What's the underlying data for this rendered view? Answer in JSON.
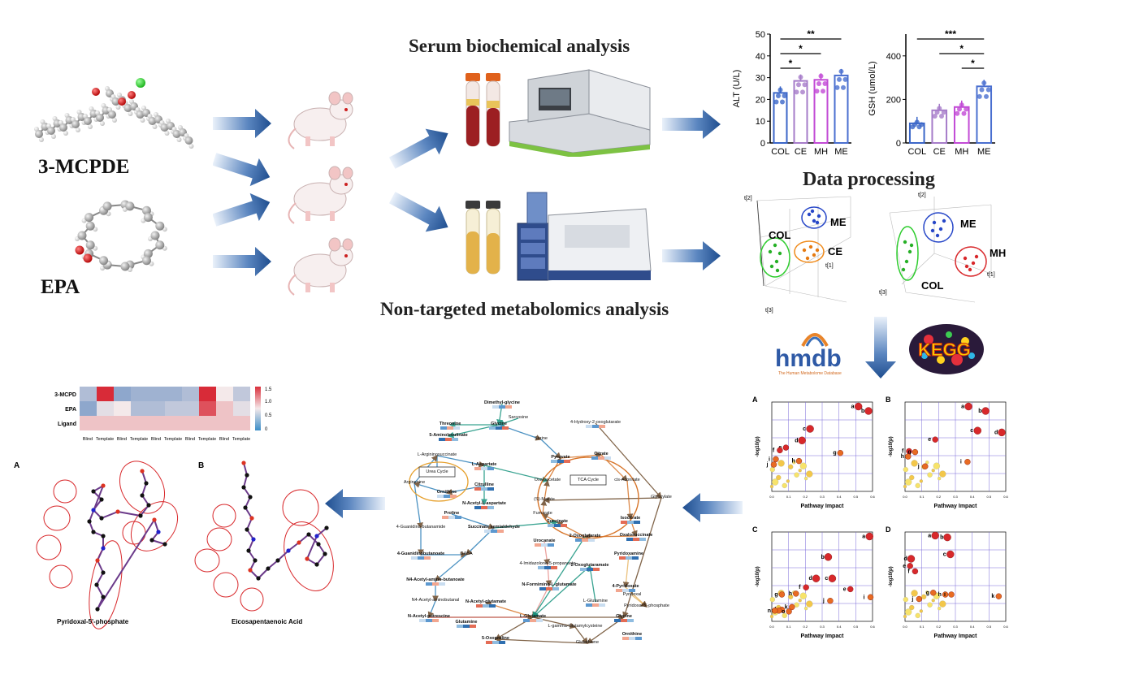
{
  "molecules": {
    "mcpde": "3-MCPDE",
    "epa": "EPA"
  },
  "titles": {
    "serum": "Serum biochemical analysis",
    "data_processing": "Data processing",
    "metabolomics": "Non-targeted metabolomics analysis"
  },
  "chart_data": [
    {
      "type": "bar",
      "categories": [
        "COL",
        "CE",
        "MH",
        "ME"
      ],
      "values": [
        23,
        28.5,
        29,
        31
      ],
      "ylabel": "ALT (U/L)",
      "ylim": [
        0,
        50
      ],
      "yticks": [
        0,
        10,
        20,
        30,
        40,
        50
      ],
      "colors": [
        "#3b66c8",
        "#a67cc9",
        "#c24ad6",
        "#4a6fd0"
      ],
      "significance": [
        "**",
        "*",
        "*"
      ]
    },
    {
      "type": "bar",
      "categories": [
        "COL",
        "CE",
        "MH",
        "ME"
      ],
      "values": [
        90,
        150,
        165,
        260
      ],
      "ylabel": "GSH (umol/L)",
      "ylim": [
        0,
        500
      ],
      "yticks": [
        0,
        200,
        400
      ],
      "colors": [
        "#3b66c8",
        "#a67cc9",
        "#c24ad6",
        "#4a6fd0"
      ],
      "significance": [
        "***",
        "*",
        "*"
      ]
    }
  ],
  "pca": {
    "left": {
      "groups": [
        "COL",
        "CE",
        "ME"
      ],
      "axes": [
        "t[2]",
        "t[1]",
        "t[3]"
      ]
    },
    "right": {
      "groups": [
        "ME",
        "MH",
        "COL"
      ],
      "axes": [
        "t[2]",
        "t[1]",
        "t[3]"
      ]
    }
  },
  "databases": {
    "hmdb": "hmdb",
    "hmdb_sub": "The Human Metabolome Database",
    "kegg": "KEGG"
  },
  "heatmap": {
    "rows": [
      "3-MCPD",
      "EPA",
      "Ligand"
    ],
    "cols": [
      "Blind",
      "Template",
      "Blind",
      "Template",
      "Blind",
      "Template",
      "Blind",
      "Template",
      "Blind",
      "Template"
    ],
    "scale": [
      "1.5",
      "1.0",
      "0.5",
      "0"
    ]
  },
  "docking": {
    "a": {
      "panel": "A",
      "caption": "Pyridoxal-5'-phosphate"
    },
    "b": {
      "panel": "B",
      "caption": "Eicosapentaenoic Acid"
    }
  },
  "pathway": {
    "nodes": [
      "Dimethyl-glycine",
      "Sarcosine",
      "Glycine",
      "Threonine",
      "5-Aminolevulinate",
      "Serine",
      "4-Hydroxy-2-oxoglutarate",
      "L-Argininosuccinate",
      "L-Aspartate",
      "Urea Cycle",
      "Citrulline",
      "Ornithine",
      "Arginenine",
      "Pyruvate",
      "Citrate",
      "TCA Cycle",
      "Oxaloacetate",
      "cis-Aconitate",
      "N-Acetyl-L-aspartate",
      "Proline",
      "(S)-Malate",
      "Glyoxylate",
      "Fumarate",
      "Isocitrate",
      "Succinate semialdehyde",
      "4-Guanidino-butanamide",
      "Succinate",
      "2-Oxoglutarate",
      "Oxalosuccinate",
      "Urocanate",
      "Pyridoxamine",
      "4-Guanidinobutanoate",
      "GABA",
      "4-Imidazolone-5-propanoate",
      "2-Oxoglutaramate",
      "N4-Acetyl-amino-butanoate",
      "N-Formimino-L-glutamate",
      "4-Pyridoxate",
      "N4-Acetyl-aminobutanal",
      "N-Acetyl-glutamate",
      "L-Glutamine",
      "Pyridoxal 5'-phosphate",
      "N-Acetyl-putrescine",
      "Glutamine",
      "L-Glutamate",
      "Glycine",
      "L-gamma-Glutamylcysteine",
      "Ornithine",
      "5-Oxoproline",
      "Glutathione",
      "Pyridoxal"
    ]
  },
  "pathway_plots": {
    "xlabel": "Pathway Impact",
    "ylabel": "-log10(p)",
    "panels": [
      {
        "panel": "A",
        "labels": [
          "a",
          "b",
          "c",
          "d",
          "e",
          "f",
          "g",
          "h",
          "i",
          "j"
        ]
      },
      {
        "panel": "B",
        "labels": [
          "a",
          "b",
          "c",
          "d",
          "e",
          "f",
          "g",
          "h",
          "i",
          "j"
        ]
      },
      {
        "panel": "C",
        "labels": [
          "a",
          "b",
          "c",
          "d",
          "e",
          "f",
          "g",
          "h",
          "i",
          "j",
          "k",
          "l",
          "m",
          "n",
          "o"
        ]
      },
      {
        "panel": "D",
        "labels": [
          "a",
          "b",
          "c",
          "d",
          "e",
          "f",
          "g",
          "h",
          "i",
          "j",
          "k"
        ]
      }
    ]
  },
  "colors": {
    "arrow": "#2f5f9e",
    "bar_edge": "#2a4fa8",
    "red_circle": "#d8282b"
  }
}
